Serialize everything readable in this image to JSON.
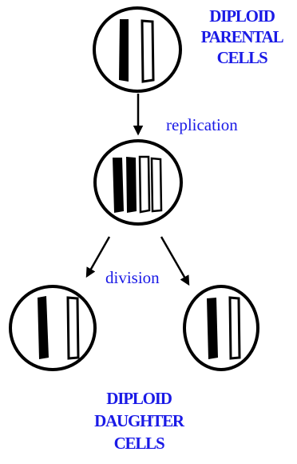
{
  "colors": {
    "ink": "#000000",
    "label": "#1a1ae6",
    "background": "#ffffff"
  },
  "labels": {
    "parental": [
      "DIPLOID",
      "PARENTAL",
      "CELLS"
    ],
    "replication": "replication",
    "division": "division",
    "daughter": [
      "DIPLOID",
      "DAUGHTER",
      "CELLS"
    ]
  }
}
